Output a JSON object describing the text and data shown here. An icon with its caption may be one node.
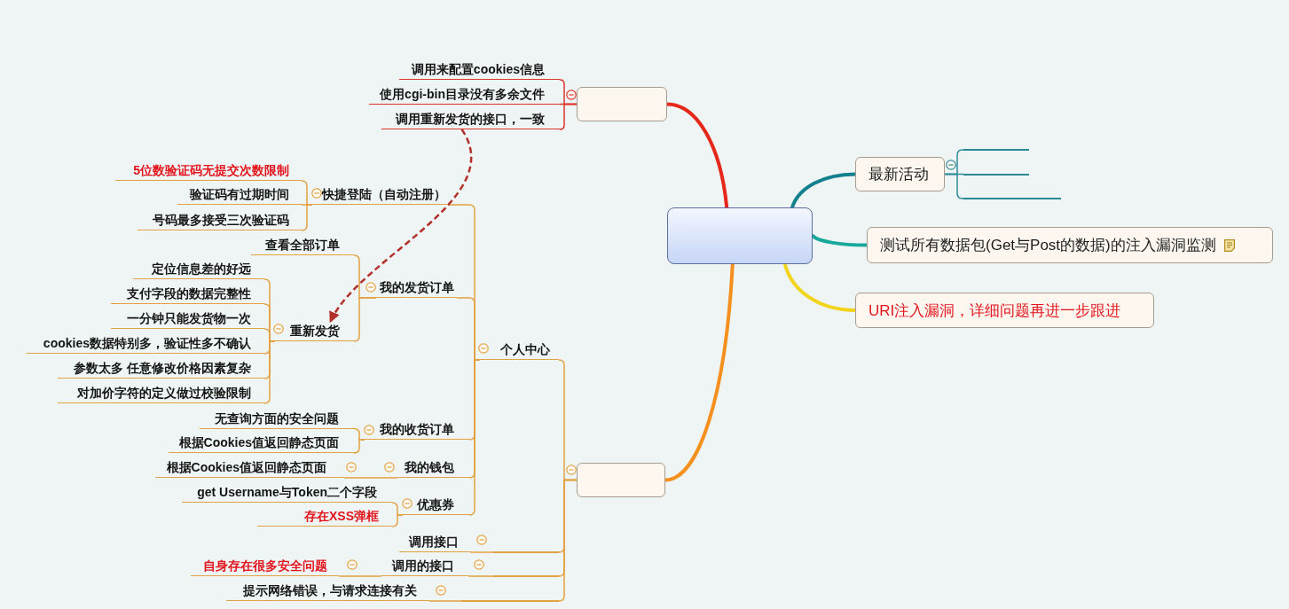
{
  "diagram": {
    "nodes": [
      {
        "text": [],
        "shape": "box"
      },
      {
        "text": [
          "最新活动"
        ]
      },
      {
        "text": [],
        "shape": "line"
      },
      {
        "text": [],
        "shape": "line"
      },
      {
        "text": [],
        "shape": "line"
      },
      {
        "text": [
          "测试所有数据包(Get与Post的数据)的注入漏洞监测"
        ]
      },
      {
        "text": [
          "URI注入漏洞，详细问题再进一步跟进"
        ]
      },
      {
        "text": [],
        "shape": "box"
      },
      {
        "text": [
          "调用来配置cookies信息"
        ]
      },
      {
        "text": [
          "使用cgi-bin目录没有多余文件"
        ]
      },
      {
        "text": [
          "调用重新发货的接口，一致"
        ]
      },
      {
        "text": [],
        "shape": "box"
      },
      {
        "text": [
          "个人中心"
        ]
      },
      {
        "text": [
          "快捷登陆（自动注册）"
        ]
      },
      {
        "text": [
          "5位数验证码无提交次数限制"
        ]
      },
      {
        "text": [
          "验证码有过期时间"
        ]
      },
      {
        "text": [
          "号码最多接受三次验证码"
        ]
      },
      {
        "text": [
          "我的发货订单"
        ]
      },
      {
        "text": [
          "查看全部订单"
        ]
      },
      {
        "text": [
          "重新发货"
        ]
      },
      {
        "text": [
          "定位信息差的好远"
        ]
      },
      {
        "text": [
          "支付字段的数据完整性"
        ]
      },
      {
        "text": [
          "一分钟只能发货物一次"
        ]
      },
      {
        "text": [
          "cookies数据特别多，验证性多不确认"
        ]
      },
      {
        "text": [
          "参数太多 任意修改价格因素复杂"
        ]
      },
      {
        "text": [
          "对加价字符的定义做过校验限制"
        ]
      },
      {
        "text": [
          "我的收货订单"
        ]
      },
      {
        "text": [
          "无查询方面的安全问题"
        ]
      },
      {
        "text": [
          "根据Cookies值返回静态页面"
        ]
      },
      {
        "text": [
          "我的钱包"
        ]
      },
      {
        "text": [
          "根据Cookies值返回静态页面"
        ]
      },
      {
        "text": [
          "优惠券"
        ]
      },
      {
        "text": [
          "get Username与Token二个字段"
        ]
      },
      {
        "text": [
          "存在XSS弹框"
        ]
      },
      {
        "text": [],
        "shape": "line"
      },
      {
        "text": [
          "调用接口"
        ]
      },
      {
        "text": [],
        "shape": "line"
      },
      {
        "text": [
          "调用的接口"
        ]
      },
      {
        "text": [
          "自身存在很多安全问题"
        ]
      },
      {
        "text": [],
        "shape": "line"
      },
      {
        "text": [
          "提示网络错误，与请求连接有关"
        ]
      }
    ],
    "edges": [
      {
        "from": 0,
        "to": 1,
        "arrow": "none",
        "style": "thick",
        "color": "#13808e"
      },
      {
        "from": 1,
        "to": 2,
        "arrow": "none",
        "color": "#2b8a96"
      },
      {
        "from": 1,
        "to": 3,
        "arrow": "none",
        "color": "#2b8a96"
      },
      {
        "from": 1,
        "to": 4,
        "arrow": "none",
        "color": "#2b8a96"
      },
      {
        "from": 0,
        "to": 5,
        "arrow": "none",
        "style": "thick",
        "color": "#19a89c"
      },
      {
        "from": 0,
        "to": 6,
        "arrow": "none",
        "style": "thick",
        "color": "#f3d41c"
      },
      {
        "from": 0,
        "to": 7,
        "arrow": "none",
        "style": "thick",
        "color": "#e6281b"
      },
      {
        "from": 7,
        "to": 8,
        "arrow": "none",
        "color": "#d9352b"
      },
      {
        "from": 7,
        "to": 9,
        "arrow": "none",
        "color": "#d9352b"
      },
      {
        "from": 7,
        "to": 10,
        "arrow": "none",
        "color": "#d9352b"
      },
      {
        "from": 0,
        "to": 11,
        "arrow": "none",
        "style": "thick",
        "color": "#f5901e"
      },
      {
        "from": 11,
        "to": 12,
        "arrow": "none"
      },
      {
        "from": 11,
        "to": 34,
        "arrow": "none"
      },
      {
        "from": 11,
        "to": 36,
        "arrow": "none"
      },
      {
        "from": 11,
        "to": 39,
        "arrow": "none"
      },
      {
        "from": 12,
        "to": 13,
        "arrow": "none"
      },
      {
        "from": 12,
        "to": 17,
        "arrow": "none"
      },
      {
        "from": 12,
        "to": 26,
        "arrow": "none"
      },
      {
        "from": 12,
        "to": 29,
        "arrow": "none"
      },
      {
        "from": 12,
        "to": 31,
        "arrow": "none"
      },
      {
        "from": 13,
        "to": 14,
        "arrow": "none"
      },
      {
        "from": 13,
        "to": 15,
        "arrow": "none"
      },
      {
        "from": 13,
        "to": 16,
        "arrow": "none"
      },
      {
        "from": 17,
        "to": 18,
        "arrow": "none"
      },
      {
        "from": 17,
        "to": 19,
        "arrow": "none"
      },
      {
        "from": 19,
        "to": 20,
        "arrow": "none"
      },
      {
        "from": 19,
        "to": 21,
        "arrow": "none"
      },
      {
        "from": 19,
        "to": 22,
        "arrow": "none"
      },
      {
        "from": 19,
        "to": 23,
        "arrow": "none"
      },
      {
        "from": 19,
        "to": 24,
        "arrow": "none"
      },
      {
        "from": 19,
        "to": 25,
        "arrow": "none"
      },
      {
        "from": 26,
        "to": 27,
        "arrow": "none"
      },
      {
        "from": 26,
        "to": 28,
        "arrow": "none"
      },
      {
        "from": 29,
        "to": 30,
        "arrow": "none"
      },
      {
        "from": 31,
        "to": 32,
        "arrow": "none"
      },
      {
        "from": 31,
        "to": 33,
        "arrow": "none"
      },
      {
        "from": 34,
        "to": 35,
        "arrow": "none"
      },
      {
        "from": 36,
        "to": 37,
        "arrow": "none"
      },
      {
        "from": 37,
        "to": 38,
        "arrow": "none"
      },
      {
        "from": 39,
        "to": 40,
        "arrow": "none"
      },
      {
        "from": 10,
        "to": 19,
        "arrow": "to",
        "style": "dashed",
        "color": "#b3302a"
      }
    ]
  }
}
